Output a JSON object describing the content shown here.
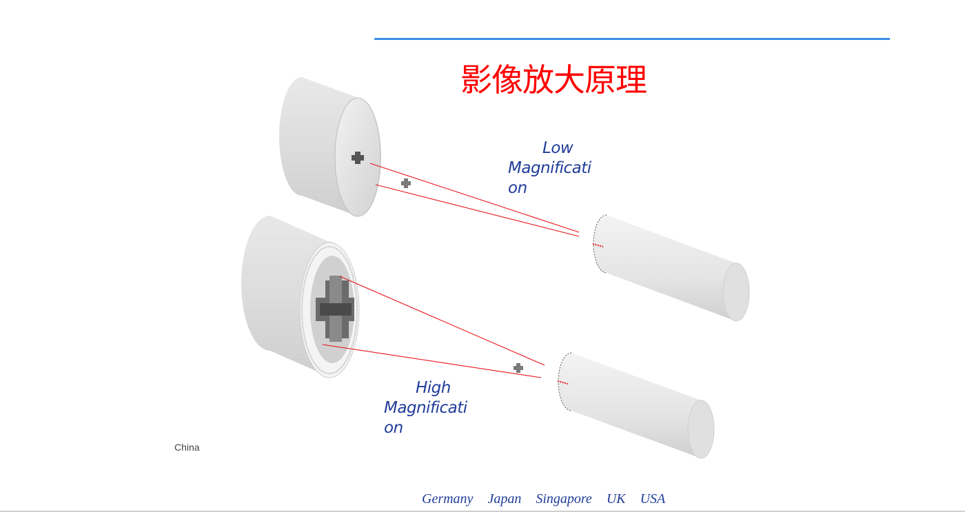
{
  "title": "影像放大原理",
  "labels": {
    "low": {
      "line1": "Low",
      "line2": "Magnification"
    },
    "high": {
      "line1": "High",
      "line2": "Magnification"
    }
  },
  "footer": {
    "left": "China",
    "countries": [
      "Germany",
      "Japan",
      "Singapore",
      "UK",
      "USA"
    ]
  },
  "colors": {
    "title": "#ff0000",
    "accent_rule": "#3d8fe6",
    "label": "#1f3c99",
    "ray": "#e8141b"
  }
}
